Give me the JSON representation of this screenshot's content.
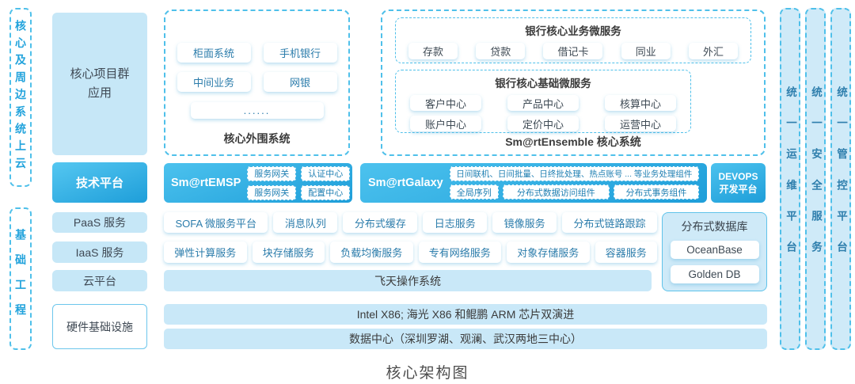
{
  "diagram_title": "核心架构图",
  "left_rails": [
    "核心及周边系统上云",
    "基础工程"
  ],
  "right_rails": [
    "统一运维平台",
    "统一安全服务",
    "统一管控平台"
  ],
  "col2": {
    "app_group": "核心项目群应用",
    "tech_platform": "技术平台",
    "paas": "PaaS 服务",
    "iaas": "IaaS 服务",
    "cloud": "云平台",
    "hardware": "硬件基础设施"
  },
  "peripheral": {
    "label": "核心外围系统",
    "buttons": [
      "柜面系统",
      "手机银行",
      "中间业务",
      "网银",
      "......"
    ]
  },
  "ensemble": {
    "label": "Sm@rtEnsemble 核心系统",
    "business": {
      "title": "银行核心业务微服务",
      "buttons": [
        "存款",
        "贷款",
        "借记卡",
        "同业",
        "外汇"
      ]
    },
    "base": {
      "title": "银行核心基础微服务",
      "row1": [
        "客户中心",
        "产品中心",
        "核算中心"
      ],
      "row2": [
        "账户中心",
        "定价中心",
        "运营中心"
      ]
    }
  },
  "tech_row": {
    "emsp_label": "Sm@rtEMSP",
    "emsp_buttons": [
      "服务网关",
      "认证中心",
      "服务网关",
      "配置中心"
    ],
    "galaxy_label": "Sm@rtGalaxy",
    "galaxy_wide": "日间联机、日间批量、日终批处理、热点账号 ... 等业务处理组件",
    "galaxy_buttons": [
      "全局序列",
      "分布式数据访问组件",
      "分布式事务组件"
    ],
    "devops_line1": "DEVOPS",
    "devops_line2": "开发平台"
  },
  "paas_buttons": [
    "SOFA 微服务平台",
    "消息队列",
    "分布式缓存",
    "日志服务",
    "镜像服务",
    "分布式链路跟踪"
  ],
  "iaas_buttons": [
    "弹性计算服务",
    "块存储服务",
    "负载均衡服务",
    "专有网络服务",
    "对象存储服务",
    "容器服务"
  ],
  "cloud_bar": "飞天操作系统",
  "db_box": {
    "title": "分布式数据库",
    "buttons": [
      "OceanBase",
      "Golden DB"
    ]
  },
  "hardware_bars": [
    "Intel X86; 海光 X86 和鲲鹏 ARM 芯片双演进",
    "数据中心（深圳罗湖、观澜、武汉两地三中心）"
  ]
}
